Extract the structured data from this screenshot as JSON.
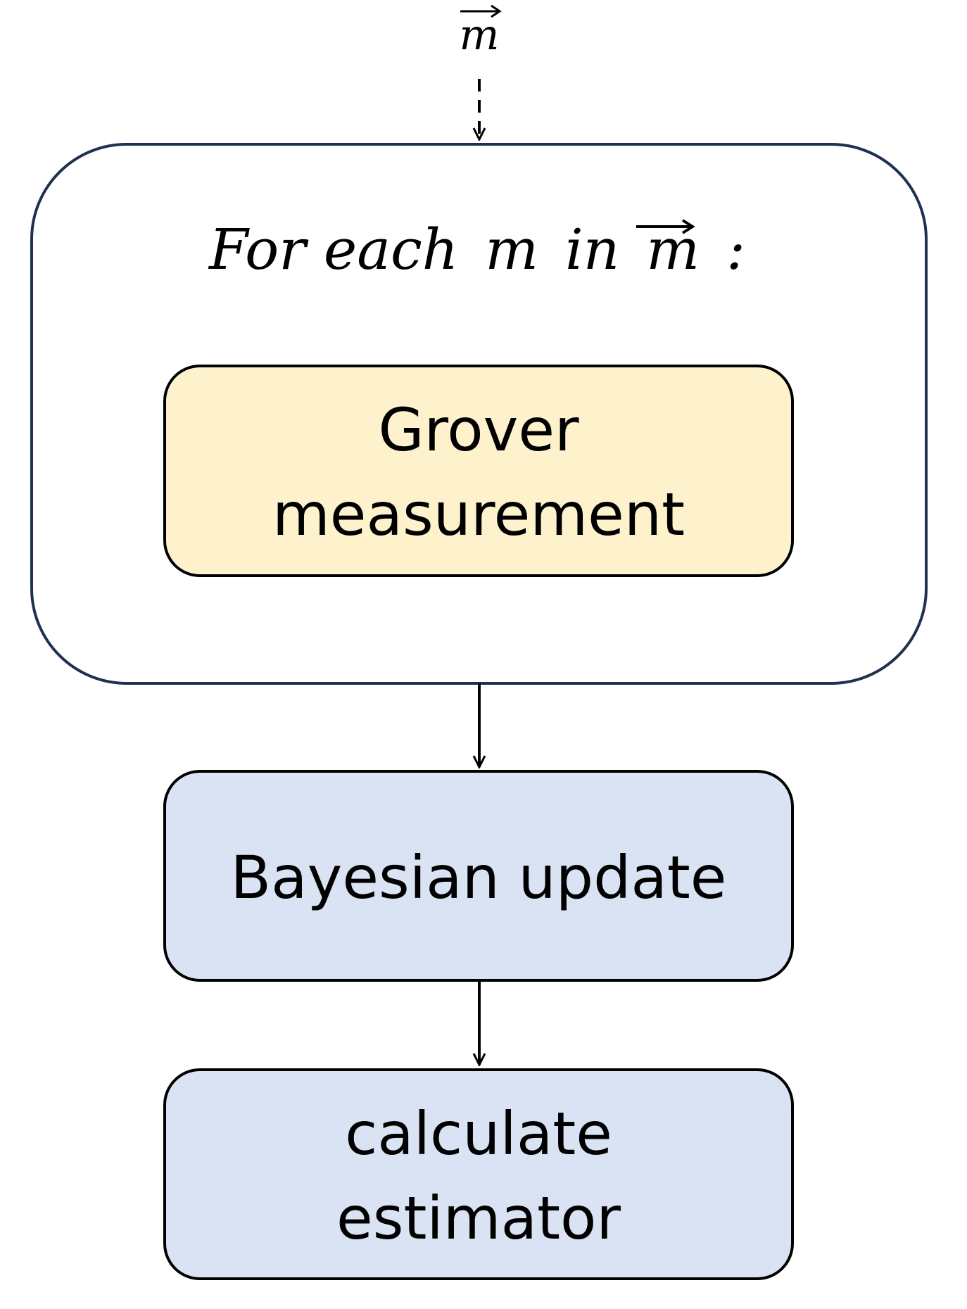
{
  "input": {
    "symbol": "m"
  },
  "loop": {
    "prefix": "For each",
    "var": "m",
    "in_word": "in",
    "collection": "m",
    "colon": ":"
  },
  "steps": {
    "grover_line1": "Grover",
    "grover_line2": "measurement",
    "bayes": "Bayesian update",
    "estimator_line1": "calculate",
    "estimator_line2": "estimator"
  },
  "colors": {
    "loop_border": "#1f3050",
    "grover_fill": "#fef2cc",
    "blue_fill": "#dae3f3",
    "stroke": "#000000"
  }
}
